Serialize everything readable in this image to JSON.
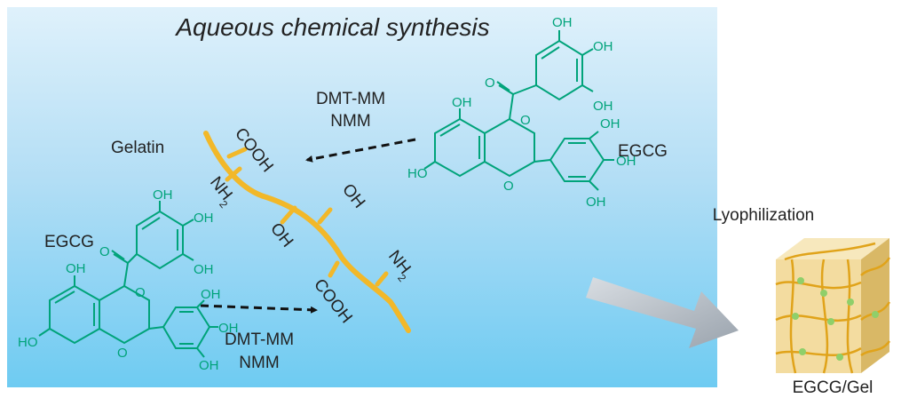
{
  "title": "Aqueous chemical synthesis",
  "labels": {
    "gelatin": "Gelatin",
    "egcg_top": "EGCG",
    "egcg_left": "EGCG",
    "reagents_top": [
      "DMT-MM",
      "NMM"
    ],
    "reagents_bottom": [
      "DMT-MM",
      "NMM"
    ],
    "lyophilization": "Lyophilization",
    "product": "EGCG/Gel"
  },
  "groups": {
    "cooh": "COOH",
    "nh": "NH",
    "sub2": "2",
    "oh": "OH",
    "ho": "HO",
    "o": "O"
  },
  "colors": {
    "gelatin_chain": "#f2b829",
    "egcg": "#00a37a",
    "panel_top": "#dff1fb",
    "panel_bottom": "#6ecbf2",
    "arrow_gray": "#b5bcc4",
    "cube_face": "#f3dca0",
    "cube_network": "#e0a31a",
    "crosslink_dot": "#8fcf6a"
  }
}
